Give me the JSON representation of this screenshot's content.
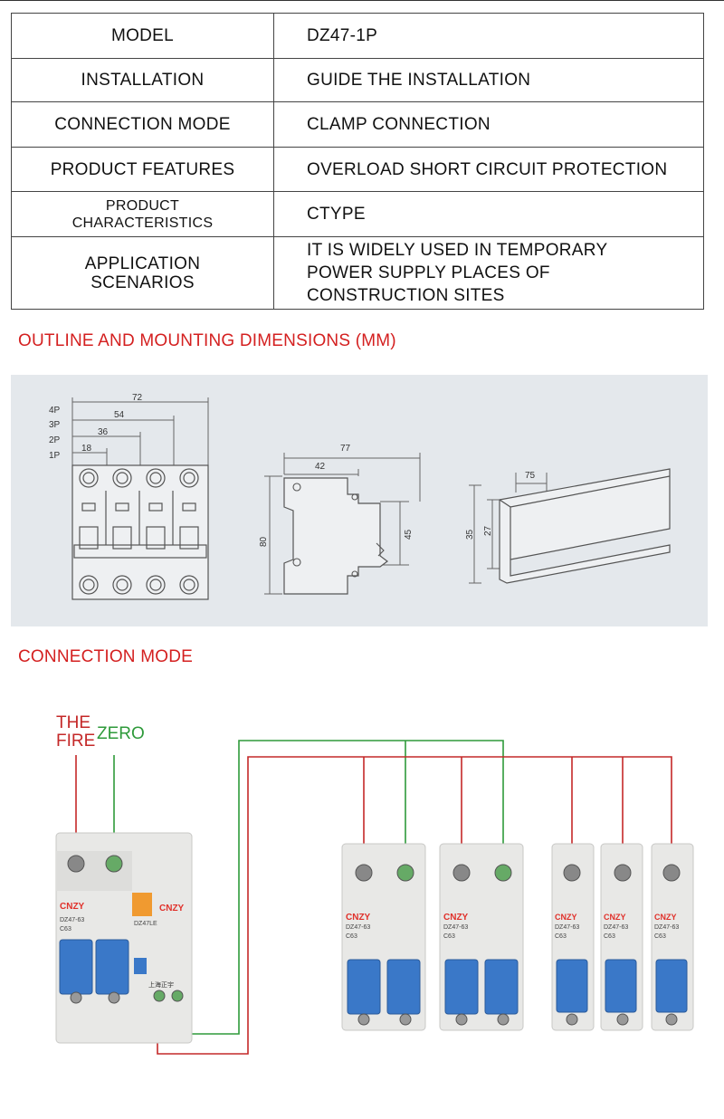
{
  "spec_rows": [
    {
      "key": "MODEL",
      "value": "DZ47-1P"
    },
    {
      "key": "INSTALLATION",
      "value": "GUIDE THE INSTALLATION"
    },
    {
      "key": "CONNECTION MODE",
      "value": "CLAMP CONNECTION"
    },
    {
      "key": "PRODUCT FEATURES",
      "value": "OVERLOAD SHORT CIRCUIT PROTECTION"
    },
    {
      "key": "PRODUCT CHARACTERISTICS",
      "value": "CTYPE"
    },
    {
      "key": "APPLICATION SCENARIOS",
      "value": "IT IS WIDELY USED IN TEMPORARY POWER SUPPLY PLACES OF CONSTRUCTION SITES"
    }
  ],
  "outline_title": "OUTLINE AND MOUNTING DIMENSIONS (MM)",
  "connection_title": "CONNECTION MODE",
  "dimensions": {
    "poles": [
      "4P",
      "3P",
      "2P",
      "1P"
    ],
    "widths": [
      "72",
      "54",
      "36",
      "18"
    ],
    "side_depth_total": "77",
    "side_depth_partial": "42",
    "side_height": "80",
    "side_window": "45",
    "rail_width": "75",
    "rail_height_outer": "35",
    "rail_height_inner": "27"
  },
  "wiring": {
    "fire_label_1": "THE",
    "fire_label_2": "FIRE",
    "zero_label": "ZERO",
    "fire_color": "#c42828",
    "zero_color": "#2e9a3a"
  },
  "devices": {
    "brand": "CNZY",
    "rcd_model": "DZ47LE",
    "rcd_rating": "C63",
    "breaker_model": "DZ47-63",
    "breaker_rating": "C63",
    "rcd_badge": "上海正宇"
  },
  "colors": {
    "accent_red": "#d42020",
    "panel_gray": "#e4e8ec",
    "handle_blue": "#3a78c8",
    "brand_red": "#e0302a"
  }
}
